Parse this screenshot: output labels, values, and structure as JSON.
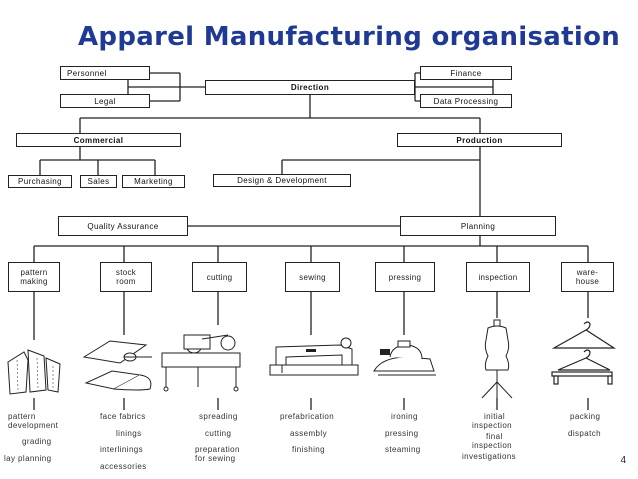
{
  "title": "Apparel Manufacturing organisation",
  "top": {
    "personnel": "Personnel",
    "legal": "Legal",
    "direction": "Direction",
    "finance": "Finance",
    "data_processing": "Data Processing"
  },
  "divisions": {
    "commercial": "Commercial",
    "production": "Production"
  },
  "commercial_units": {
    "purchasing": "Purchasing",
    "sales": "Sales",
    "marketing": "Marketing"
  },
  "design_development": "Design & Development",
  "quality_assurance": "Quality Assurance",
  "planning": "Planning",
  "processes": [
    {
      "label_1": "pattern",
      "label_2": "making"
    },
    {
      "label_1": "stock",
      "label_2": "room"
    },
    {
      "label_1": "cutting",
      "label_2": ""
    },
    {
      "label_1": "sewing",
      "label_2": ""
    },
    {
      "label_1": "pressing",
      "label_2": ""
    },
    {
      "label_1": "inspection",
      "label_2": ""
    },
    {
      "label_1": "ware-",
      "label_2": "house"
    }
  ],
  "activities": [
    {
      "lines": [
        "pattern",
        "development",
        "",
        "grading",
        "",
        "lay planning"
      ]
    },
    {
      "lines": [
        "face fabrics",
        "",
        "linings",
        "",
        "interlinings",
        "",
        "accessories"
      ]
    },
    {
      "lines": [
        "spreading",
        "",
        "cutting",
        "",
        "preparation",
        "for sewing"
      ]
    },
    {
      "lines": [
        "prefabrication",
        "",
        "assembly",
        "",
        "finishing"
      ]
    },
    {
      "lines": [
        "ironing",
        "",
        "pressing",
        "",
        "steaming"
      ]
    },
    {
      "lines": [
        "initial",
        "inspection",
        "final",
        "inspection",
        "",
        "investigations"
      ]
    },
    {
      "lines": [
        "packing",
        "",
        "dispatch"
      ]
    }
  ],
  "page_number": "4",
  "icons": [
    "pattern-pieces-icon",
    "fabric-rolls-icon",
    "cutting-machine-icon",
    "sewing-machine-icon",
    "steam-iron-icon",
    "dress-form-icon",
    "hangers-icon"
  ]
}
